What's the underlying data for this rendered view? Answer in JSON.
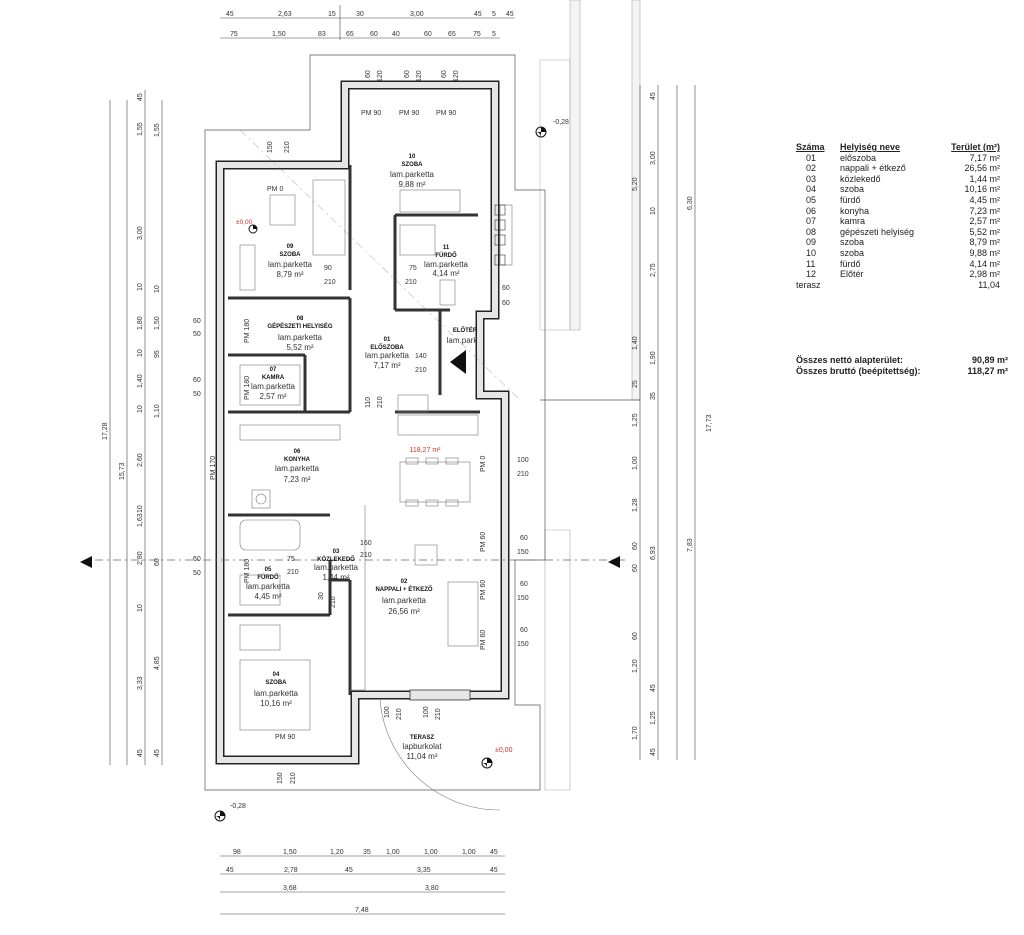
{
  "area_table": {
    "headers": [
      "Száma",
      "Helyiség neve",
      "Terület (m²)"
    ],
    "rows": [
      {
        "num": "01",
        "name": "előszoba",
        "area": "7,17 m²"
      },
      {
        "num": "02",
        "name": "nappali + étkező",
        "area": "26,56 m²"
      },
      {
        "num": "03",
        "name": "közlekedő",
        "area": "1,44 m²"
      },
      {
        "num": "04",
        "name": "szoba",
        "area": "10,16 m²"
      },
      {
        "num": "05",
        "name": "fürdő",
        "area": "4,45 m²"
      },
      {
        "num": "06",
        "name": "konyha",
        "area": "7,23 m²"
      },
      {
        "num": "07",
        "name": "kamra",
        "area": "2,57 m²"
      },
      {
        "num": "08",
        "name": "gépészeti helyiség",
        "area": "5,52 m²"
      },
      {
        "num": "09",
        "name": "szoba",
        "area": "8,79 m²"
      },
      {
        "num": "10",
        "name": "szoba",
        "area": "9,88 m²"
      },
      {
        "num": "11",
        "name": "fürdő",
        "area": "4,14 m²"
      },
      {
        "num": "12",
        "name": "Előtér",
        "area": "2,98 m²"
      }
    ],
    "terasz_label": "terasz",
    "terasz_area": "11,04"
  },
  "totals": {
    "net_label": "Összes nettó alapterület:",
    "net_value": "90,89 m²",
    "gross_label": "Összes bruttó (beépítettség):",
    "gross_value": "118,27 m²"
  },
  "rooms": [
    {
      "id": "10",
      "name": "SZOBA",
      "floor": "lam.parketta",
      "area": "9,88 m²"
    },
    {
      "id": "11",
      "name": "FÜRDŐ",
      "floor": "lam.parketta",
      "area": "4,14 m²"
    },
    {
      "id": "09",
      "name": "SZOBA",
      "floor": "lam.parketta",
      "area": "8,79 m²"
    },
    {
      "id": "08",
      "name": "GÉPÉSZETI HELYISÉG",
      "floor": "lam.parketta",
      "area": "5,52 m²"
    },
    {
      "id": "07",
      "name": "KAMRA",
      "floor": "lam.parketta",
      "area": "2,57 m²"
    },
    {
      "id": "01",
      "name": "ELŐSZOBA",
      "floor": "lam.parketta",
      "area": "7,17 m²"
    },
    {
      "id": "12",
      "name": "ELŐTÉR",
      "floor": "lam.park",
      "area": ""
    },
    {
      "id": "06",
      "name": "KONYHA",
      "floor": "lam.parketta",
      "area": "7,23 m²"
    },
    {
      "id": "03",
      "name": "KÖZLEKEDŐ",
      "floor": "lam.parketta",
      "area": "1,44 m²"
    },
    {
      "id": "05",
      "name": "FÜRDŐ",
      "floor": "lam.parketta",
      "area": "4,45 m²"
    },
    {
      "id": "02",
      "name": "NAPPALI + ÉTKEZŐ",
      "floor": "lam.parketta",
      "area": "26,56 m²"
    },
    {
      "id": "04",
      "name": "SZOBA",
      "floor": "lam.parketta",
      "area": "10,16 m²"
    },
    {
      "id": "TERASZ",
      "name": "TERASZ",
      "floor": "lapburkolat",
      "area": "11,04 m²"
    }
  ],
  "plan_labels": {
    "gross_area_red": "118,27 m²",
    "level_top": "-0,28",
    "level_bottom": "-0,28",
    "level_zero": "±0,00",
    "level_room09": "±0,00",
    "pm": [
      "PM 90",
      "PM 90",
      "PM 90",
      "PM 0",
      "PM 180",
      "PM 180",
      "PM 170",
      "PM 180",
      "PM 0",
      "PM 60",
      "PM 60",
      "PM 60",
      "PM 90"
    ]
  },
  "dims": {
    "top_row1": [
      "45",
      "2,63",
      "15",
      "30",
      "3,00",
      "45",
      "5",
      "45"
    ],
    "top_row2": [
      "75",
      "1,50",
      "83",
      "65",
      "60",
      "40",
      "60",
      "65",
      "75",
      "5"
    ],
    "bottom_row1": [
      "98",
      "1,50",
      "1,20",
      "35",
      "1,00",
      "1,00",
      "1,00",
      "45"
    ],
    "bottom_row2": [
      "45",
      "2,78",
      "45",
      "3,35",
      "45"
    ],
    "bottom_row3": [
      "3,68",
      "3,80"
    ],
    "bottom_total": "7,48",
    "left_total_outer": "17,28",
    "left_total_inner": "15,73",
    "left_segments": [
      "45",
      "1,55",
      "3,00",
      "10",
      "1,80",
      "10",
      "1,40",
      "10",
      "2,60",
      "10",
      "1,63",
      "2,80",
      "10",
      "3,33",
      "45"
    ],
    "left_segments2": [
      "1,55",
      "10",
      "1,50",
      "95",
      "1,10",
      "60",
      "4,85",
      "45"
    ],
    "right_total": "17,73",
    "right_mid": "6,30",
    "right_mid2": "7,83",
    "right_segments": [
      "45",
      "3,00",
      "5,20",
      "10",
      "2,75",
      "1,40",
      "1,90",
      "25",
      "35",
      "1,25",
      "1,00",
      "1,28",
      "60",
      "6,93",
      "60",
      "60",
      "1,20",
      "45",
      "1,25",
      "1,70",
      "45"
    ],
    "window_marks": [
      "60",
      "120",
      "60",
      "120",
      "60",
      "120",
      "150",
      "210",
      "90",
      "210",
      "75",
      "210",
      "140",
      "210",
      "110",
      "210",
      "100",
      "210",
      "60",
      "150",
      "60",
      "150",
      "60",
      "150",
      "160",
      "210",
      "75",
      "210",
      "30",
      "210",
      "100",
      "210",
      "100",
      "210",
      "150",
      "210",
      "60",
      "60",
      "60",
      "50",
      "60",
      "50",
      "60",
      "50"
    ]
  }
}
